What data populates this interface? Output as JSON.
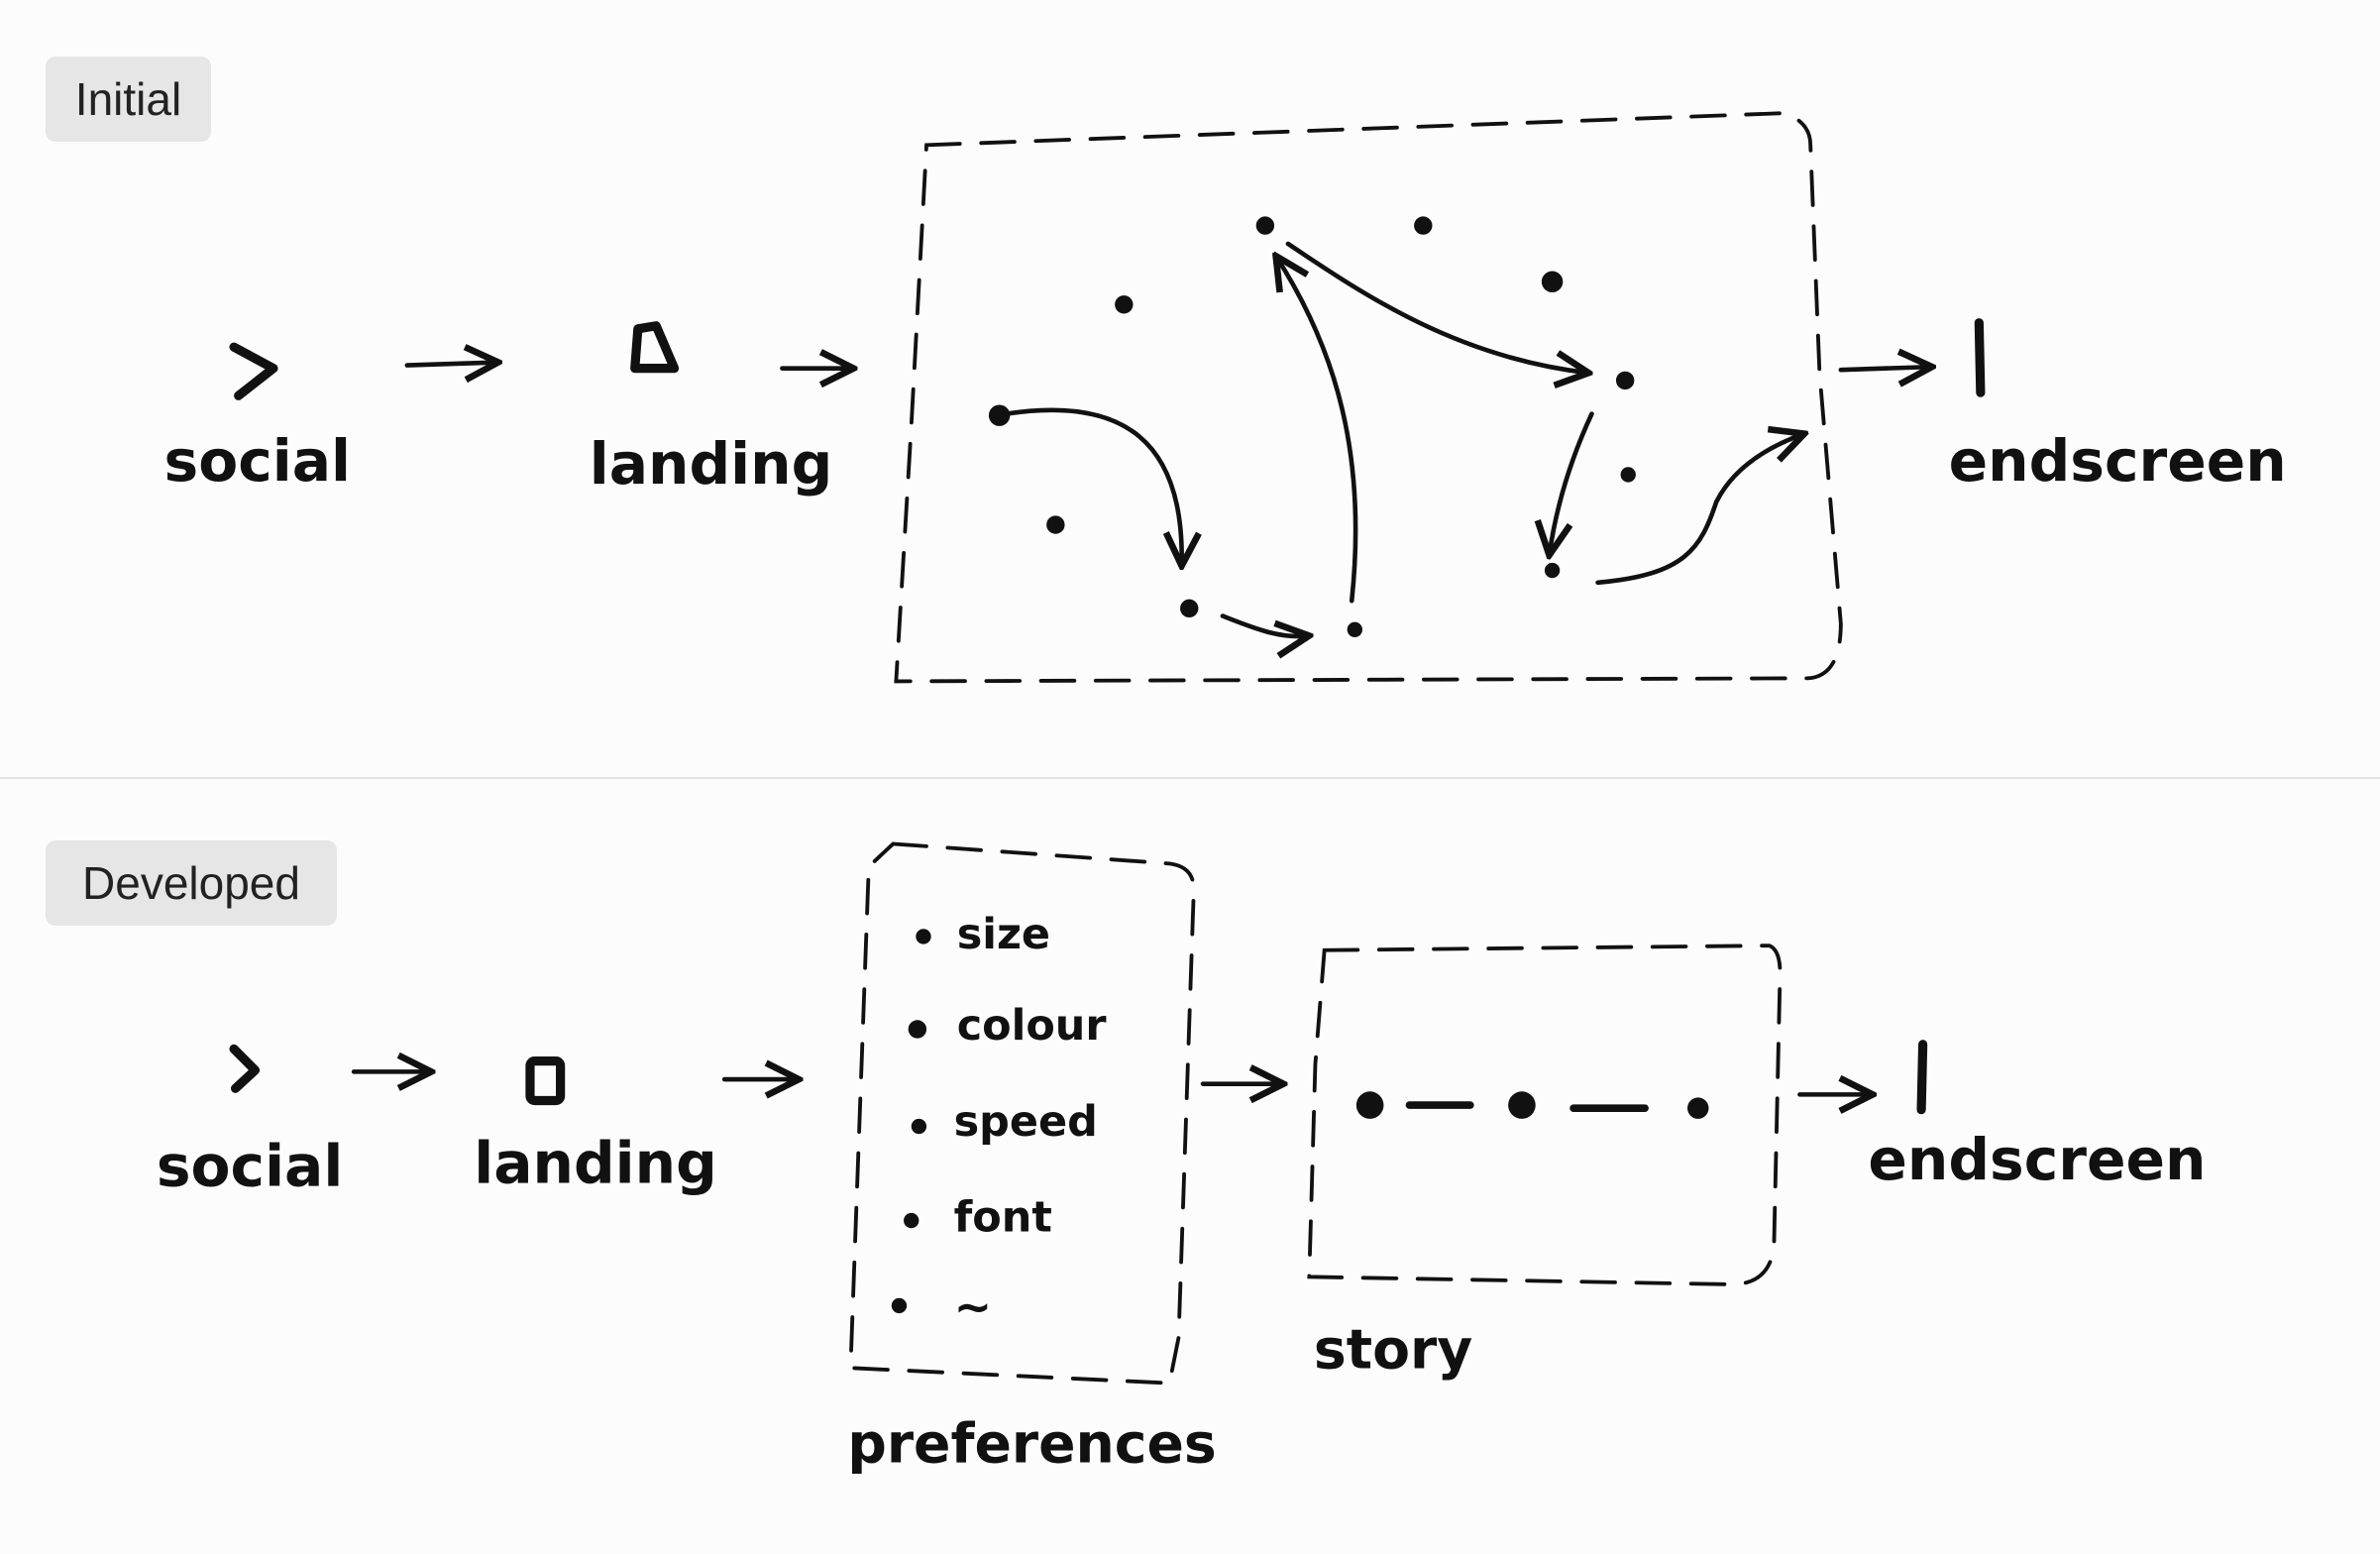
{
  "sections": {
    "initial": {
      "label": "Initial",
      "nodes": {
        "social": "social",
        "landing": "landing",
        "endscreen": "endscreen"
      }
    },
    "developed": {
      "label": "Developed",
      "nodes": {
        "social": "social",
        "landing": "landing",
        "preferences": "preferences",
        "story": "story",
        "endscreen": "endscreen"
      },
      "preferences_items": [
        "size",
        "colour",
        "speed",
        "font",
        "~"
      ]
    }
  }
}
